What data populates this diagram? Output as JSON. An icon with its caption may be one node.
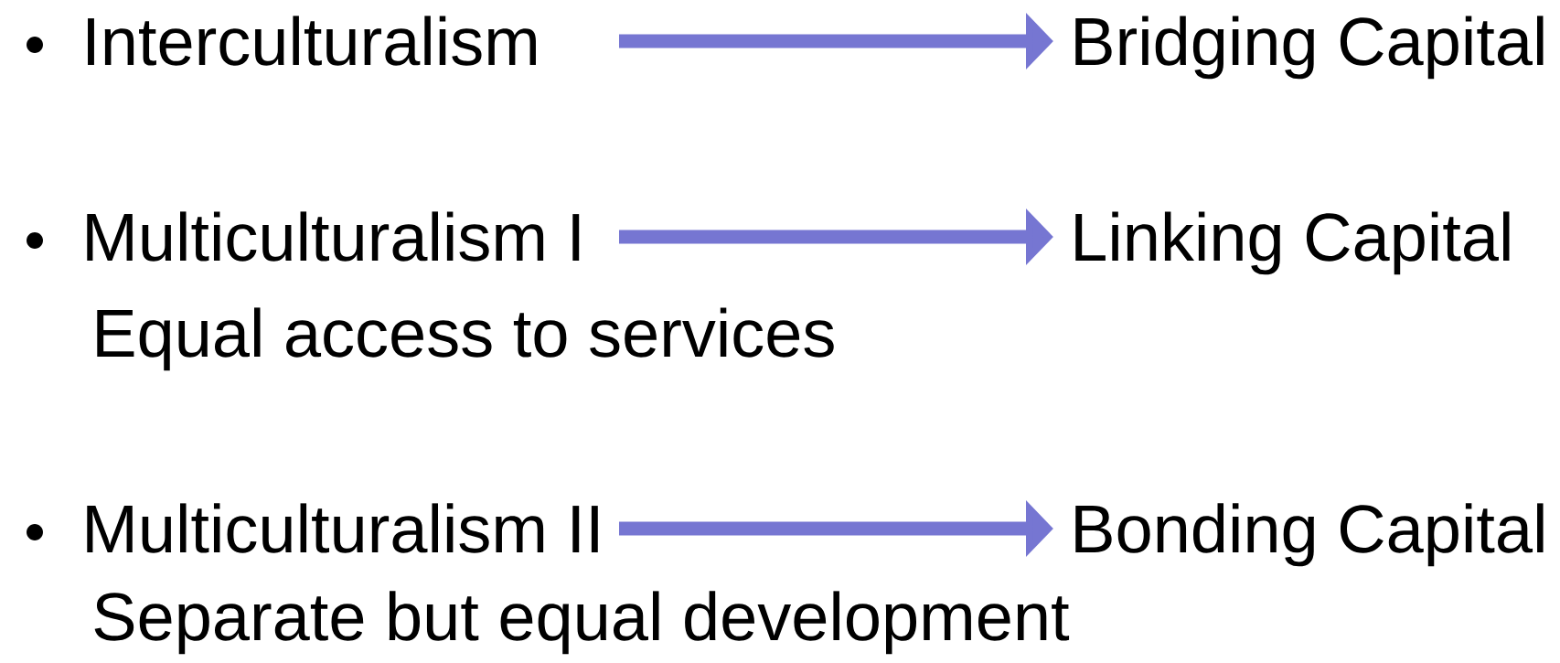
{
  "diagram": {
    "nodes": [
      {
        "text": [
          "Interculturalism"
        ]
      },
      {
        "text": [
          "Bridging Capital"
        ]
      },
      {
        "text": [
          "Multiculturalism I"
        ],
        "beside": [
          "Equal access to services"
        ]
      },
      {
        "text": [
          "Linking Capital"
        ]
      },
      {
        "text": [
          "Multiculturalism II"
        ],
        "beside": [
          "Separate but equal development"
        ]
      },
      {
        "text": [
          "Bonding Capital"
        ]
      }
    ],
    "edges": [
      {
        "from": 0,
        "to": 1,
        "arrow": "to"
      },
      {
        "from": 2,
        "to": 3,
        "arrow": "to"
      },
      {
        "from": 4,
        "to": 5,
        "arrow": "to"
      }
    ]
  }
}
